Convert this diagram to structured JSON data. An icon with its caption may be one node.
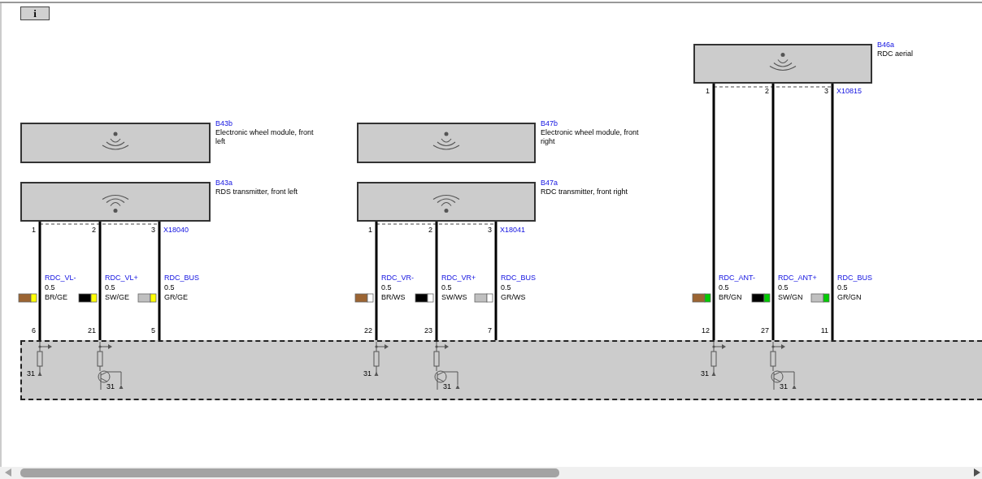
{
  "diagram": {
    "nodes": [
      {
        "text": [
          "B43b",
          "Electronic wheel module, front left"
        ]
      },
      {
        "text": [
          "B43a",
          "RDS transmitter, front left"
        ]
      },
      {
        "text": [
          "B47b",
          "Electronic wheel module, front right"
        ]
      },
      {
        "text": [
          "B47a",
          "RDC transmitter, front right"
        ]
      },
      {
        "text": [
          "B46a",
          "RDC aerial"
        ]
      },
      {
        "text": [],
        "shape": "box"
      }
    ],
    "edges": [
      {
        "from": 1,
        "to": 5,
        "arrow": "none",
        "label": "RDC_VL-"
      },
      {
        "from": 1,
        "to": 5,
        "arrow": "none",
        "label": "RDC_VL+"
      },
      {
        "from": 1,
        "to": 5,
        "arrow": "none",
        "label": "RDC_BUS"
      },
      {
        "from": 3,
        "to": 5,
        "arrow": "none",
        "label": "RDC_VR-"
      },
      {
        "from": 3,
        "to": 5,
        "arrow": "none",
        "label": "RDC_VR+"
      },
      {
        "from": 3,
        "to": 5,
        "arrow": "none",
        "label": "RDC_BUS"
      },
      {
        "from": 4,
        "to": 5,
        "arrow": "none",
        "label": "RDC_ANT-"
      },
      {
        "from": 4,
        "to": 5,
        "arrow": "none",
        "label": "RDC_ANT+"
      },
      {
        "from": 4,
        "to": 5,
        "arrow": "none",
        "label": "RDC_BUS"
      }
    ],
    "labels": [
      "i",
      "1",
      "2",
      "3",
      "X18040",
      "1",
      "2",
      "3",
      "X18041",
      "1",
      "2",
      "3",
      "X10815",
      "0.5",
      "BR/GE",
      "0.5",
      "SW/GE",
      "0.5",
      "GR/GE",
      "0.5",
      "BR/WS",
      "0.5",
      "SW/WS",
      "0.5",
      "GR/WS",
      "0.5",
      "BR/GN",
      "0.5",
      "SW/GN",
      "0.5",
      "GR/GN",
      "6",
      "21",
      "5",
      "22",
      "23",
      "7",
      "12",
      "27",
      "11",
      "31",
      "31",
      "31",
      "31",
      "31",
      "31"
    ]
  }
}
